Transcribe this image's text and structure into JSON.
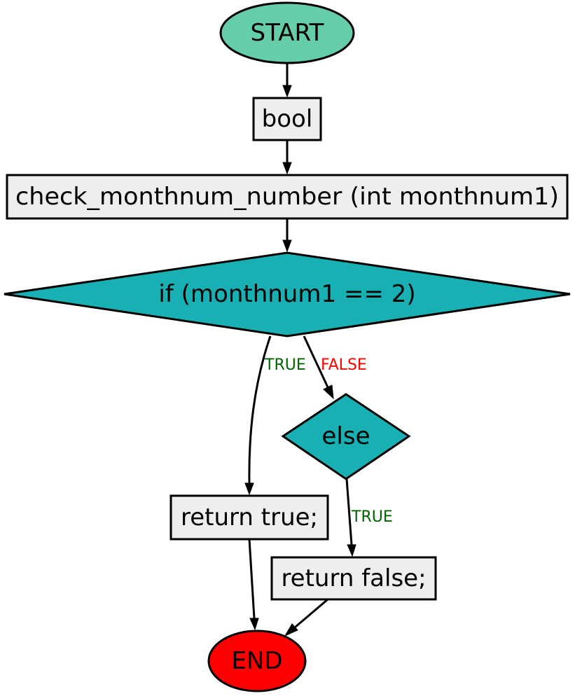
{
  "colors": {
    "start_fill": "#66cdaa",
    "process_fill": "#eeeeee",
    "decision_fill": "#19b0b4",
    "end_fill": "#ff0000",
    "true_label": "#006400",
    "false_label": "#ff0000"
  },
  "nodes": {
    "start": "START",
    "type": "bool",
    "function": "check_monthnum_number (int monthnum1)",
    "if_condition": "if (monthnum1 == 2)",
    "else": "else",
    "return_true": "return true;",
    "return_false": "return false;",
    "end": "END"
  },
  "edges": {
    "if_true": "TRUE",
    "if_false": "FALSE",
    "else_true": "TRUE"
  }
}
